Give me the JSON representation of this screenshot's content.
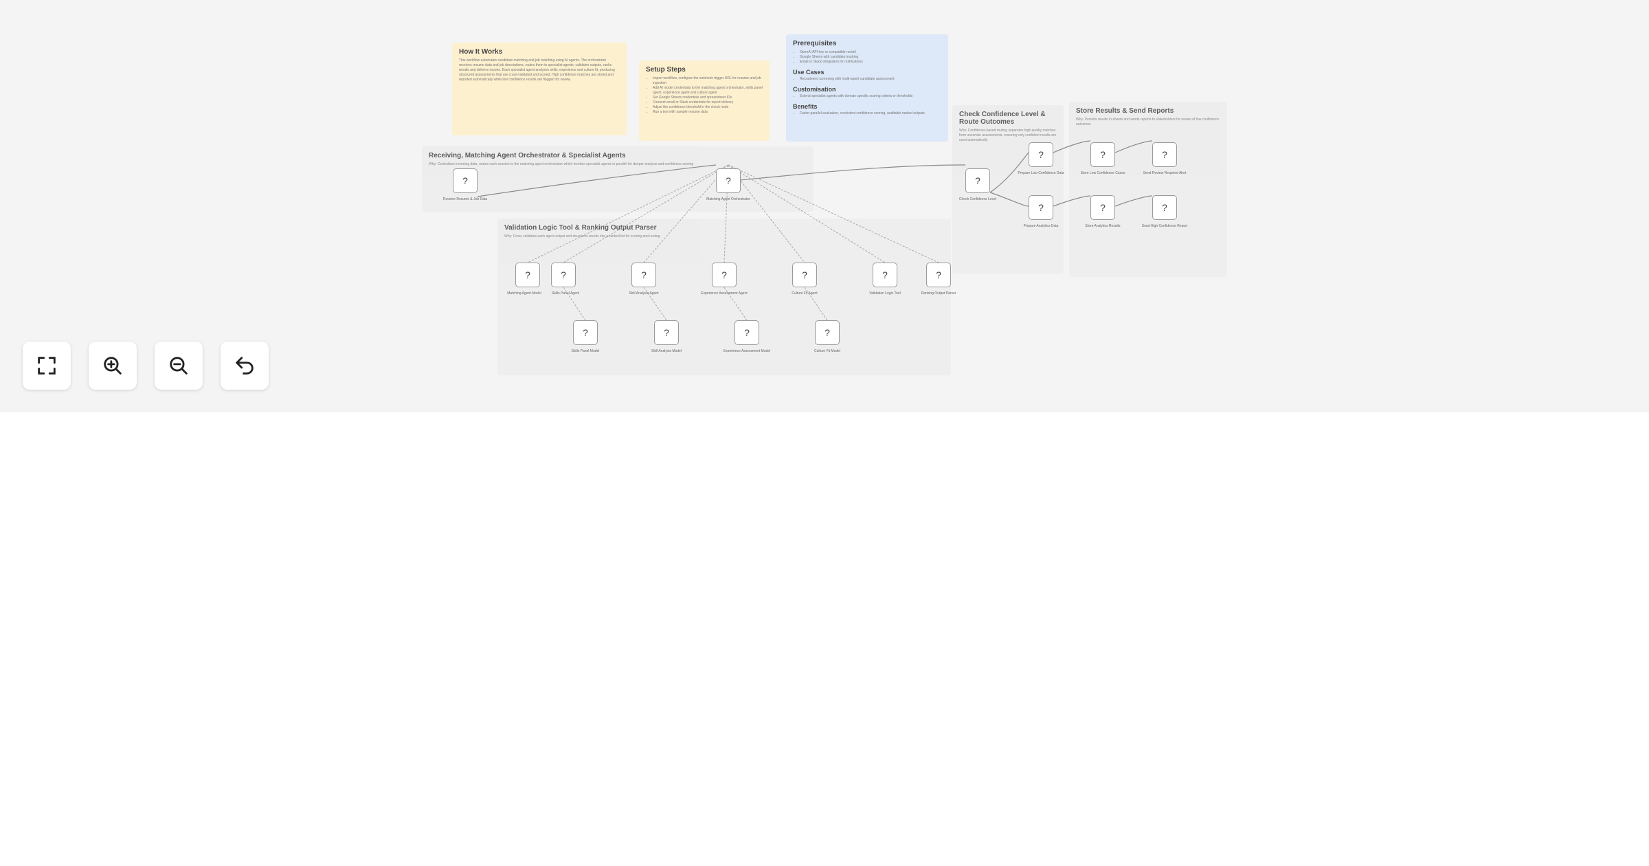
{
  "sections": {
    "receiving": {
      "title": "Receiving, Matching Agent Orchestrator & Specialist Agents",
      "note": "Why: Centralises incoming data, routes each session to the matching agent orchestrator which invokes specialist agents in parallel for deeper analysis and confidence scoring"
    },
    "validation": {
      "title": "Validation Logic Tool & Ranking Output Parser",
      "note": "Why: Cross validates each agent output and structures results into a ranked list for scoring and routing"
    },
    "confidence": {
      "title": "Check Confidence Level & Route Outcomes",
      "note": "Why: Confidence-based routing separates high quality matches from uncertain assessments, ensuring only confident results are used automatically"
    },
    "store": {
      "title": "Store Results & Send Reports",
      "note": "Why: Persists results in sheets and sends reports to stakeholders for review of low confidence outcomes"
    }
  },
  "sticky_notes": {
    "how_it_works": {
      "title": "How It Works",
      "body": "This workflow automates candidate matching and job matching using AI agents. The orchestrator receives resume data and job descriptions, routes them to specialist agents, validates outputs, ranks results and delivers reports. Each specialist agent analyses skills, experience and culture fit, producing structured assessments that are cross-validated and scored. High confidence matches are stored and reported automatically while low confidence results are flagged for review."
    },
    "setup_steps": {
      "title": "Setup Steps",
      "items": [
        "Import workflow, configure the webhook trigger URL for resume and job ingestion",
        "Add AI model credentials to the matching agent orchestrator, skills panel agent, experience agent and culture agent",
        "Set Google Sheets credentials and spreadsheet IDs",
        "Connect email or Slack credentials for report delivery",
        "Adjust the confidence threshold in the check node",
        "Run a test with sample resume data"
      ]
    },
    "prerequisites": {
      "title": "Prerequisites",
      "items": [
        "OpenAI API key or compatible model",
        "Google Sheets with candidate tracking",
        "Email or Slack integration for notifications"
      ]
    },
    "use_cases": {
      "title": "Use Cases",
      "items": [
        "Recruitment screening with multi-agent candidate assessment"
      ]
    },
    "customisation": {
      "title": "Customisation",
      "items": [
        "Extend specialist agents with domain specific scoring criteria or thresholds"
      ]
    },
    "benefits": {
      "title": "Benefits",
      "items": [
        "Faster parallel evaluation, consistent confidence scoring, auditable ranked outputs"
      ]
    }
  },
  "nodes": [
    {
      "label": "Receive Resume & Job Data"
    },
    {
      "label": "Matching Agent Orchestrator"
    },
    {
      "label": "Check Confidence Level"
    },
    {
      "label": "Prepare Low Confidence Data"
    },
    {
      "label": "Store Low Confidence Cases"
    },
    {
      "label": "Send Review Required Alert"
    },
    {
      "label": "Prepare Analytics Data"
    },
    {
      "label": "Store Analytics Results"
    },
    {
      "label": "Send High Confidence Report"
    },
    {
      "label": "Matching Agent Model"
    },
    {
      "label": "Skills Panel Agent"
    },
    {
      "label": "Skill Analysis Agent"
    },
    {
      "label": "Experience Assessment Agent"
    },
    {
      "label": "Culture Fit Agent"
    },
    {
      "label": "Validation Logic Tool"
    },
    {
      "label": "Ranking Output Parser"
    },
    {
      "label": "Skills Panel Model"
    },
    {
      "label": "Skill Analysis Model"
    },
    {
      "label": "Experience Assessment Model"
    },
    {
      "label": "Culture Fit Model"
    }
  ],
  "node_icon": "?",
  "controls": [
    {
      "name": "fit-view-icon"
    },
    {
      "name": "zoom-in-icon"
    },
    {
      "name": "zoom-out-icon"
    },
    {
      "name": "reset-zoom-icon"
    }
  ]
}
